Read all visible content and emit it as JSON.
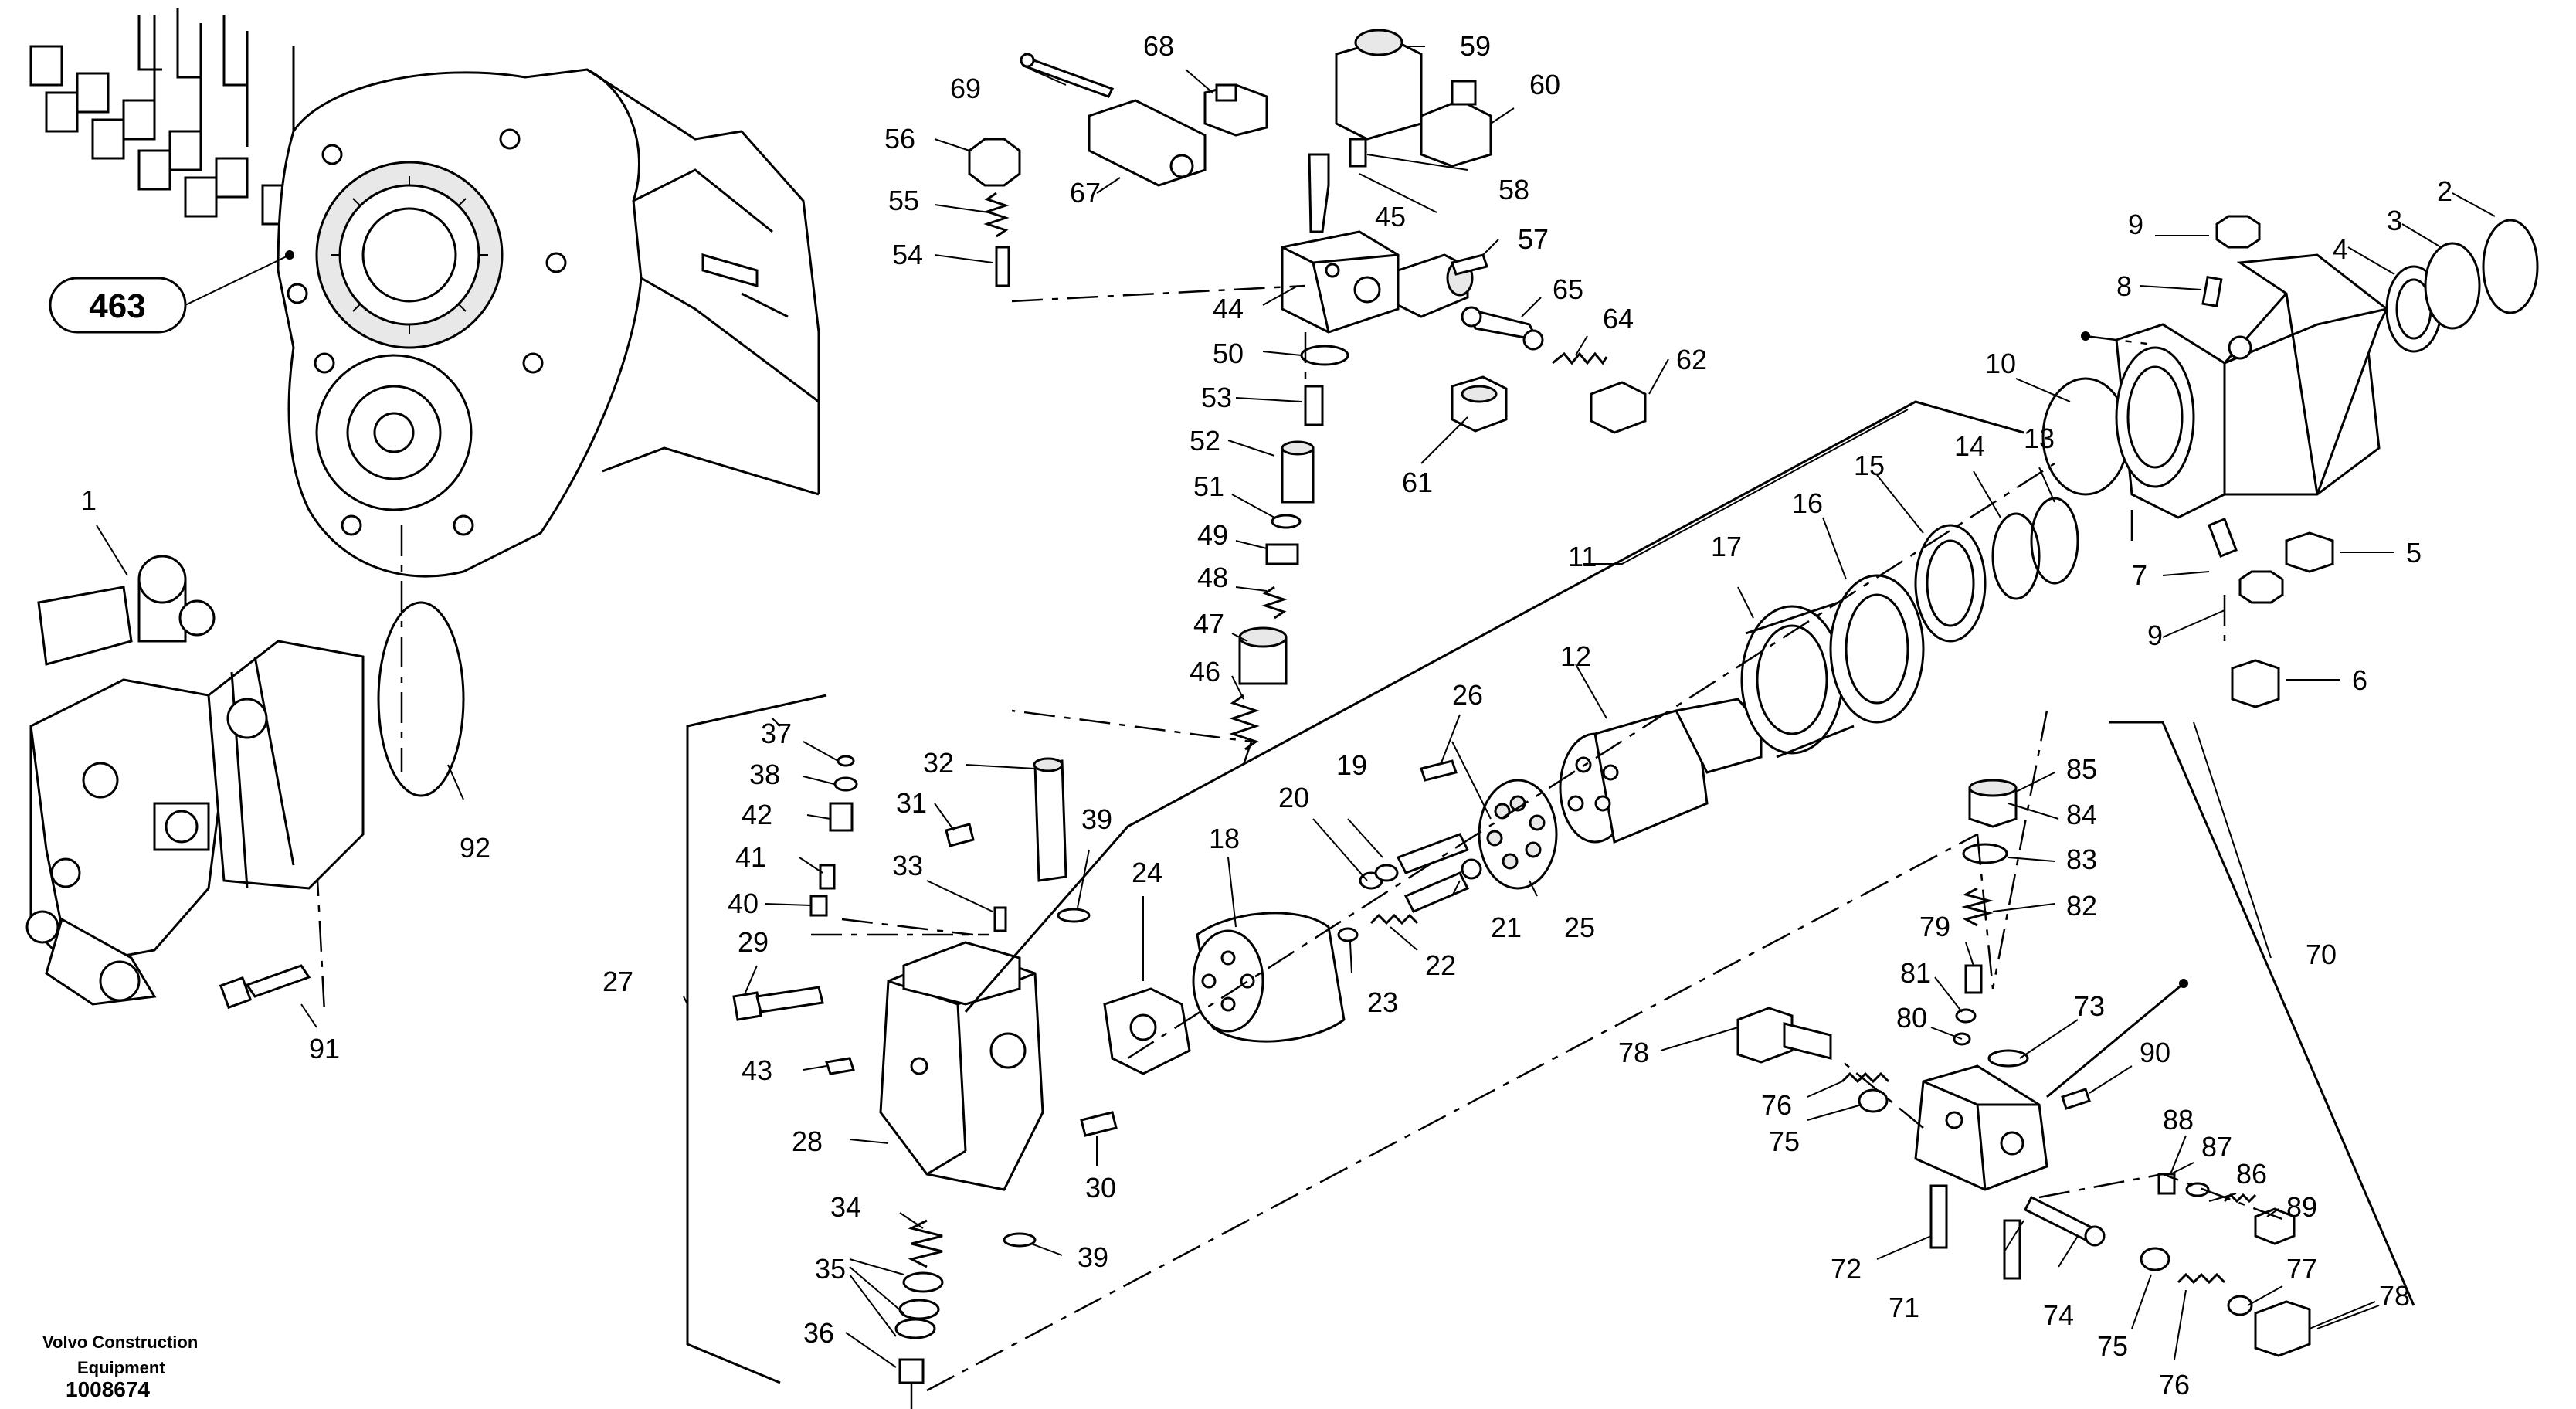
{
  "figure": {
    "ref_badge": "463",
    "company_line1": "Volvo Construction",
    "company_line2": "Equipment",
    "drawing_number": "1008674"
  },
  "callouts": [
    {
      "id": "c1",
      "label": "1"
    },
    {
      "id": "c2",
      "label": "2"
    },
    {
      "id": "c3",
      "label": "3"
    },
    {
      "id": "c4",
      "label": "4"
    },
    {
      "id": "c5",
      "label": "5"
    },
    {
      "id": "c6",
      "label": "6"
    },
    {
      "id": "c7",
      "label": "7"
    },
    {
      "id": "c8",
      "label": "8"
    },
    {
      "id": "c9a",
      "label": "9"
    },
    {
      "id": "c9b",
      "label": "9"
    },
    {
      "id": "c10",
      "label": "10"
    },
    {
      "id": "c11",
      "label": "11"
    },
    {
      "id": "c12",
      "label": "12"
    },
    {
      "id": "c13",
      "label": "13"
    },
    {
      "id": "c14",
      "label": "14"
    },
    {
      "id": "c15",
      "label": "15"
    },
    {
      "id": "c16",
      "label": "16"
    },
    {
      "id": "c17",
      "label": "17"
    },
    {
      "id": "c18",
      "label": "18"
    },
    {
      "id": "c19",
      "label": "19"
    },
    {
      "id": "c20",
      "label": "20"
    },
    {
      "id": "c21",
      "label": "21"
    },
    {
      "id": "c22",
      "label": "22"
    },
    {
      "id": "c23",
      "label": "23"
    },
    {
      "id": "c24",
      "label": "24"
    },
    {
      "id": "c25",
      "label": "25"
    },
    {
      "id": "c26",
      "label": "26"
    },
    {
      "id": "c27",
      "label": "27"
    },
    {
      "id": "c28",
      "label": "28"
    },
    {
      "id": "c29",
      "label": "29"
    },
    {
      "id": "c30",
      "label": "30"
    },
    {
      "id": "c31",
      "label": "31"
    },
    {
      "id": "c32",
      "label": "32"
    },
    {
      "id": "c33",
      "label": "33"
    },
    {
      "id": "c34",
      "label": "34"
    },
    {
      "id": "c35",
      "label": "35"
    },
    {
      "id": "c36",
      "label": "36"
    },
    {
      "id": "c37",
      "label": "37"
    },
    {
      "id": "c38",
      "label": "38"
    },
    {
      "id": "c39a",
      "label": "39"
    },
    {
      "id": "c39b",
      "label": "39"
    },
    {
      "id": "c40",
      "label": "40"
    },
    {
      "id": "c41",
      "label": "41"
    },
    {
      "id": "c42",
      "label": "42"
    },
    {
      "id": "c43",
      "label": "43"
    },
    {
      "id": "c44",
      "label": "44"
    },
    {
      "id": "c45",
      "label": "45"
    },
    {
      "id": "c46",
      "label": "46"
    },
    {
      "id": "c47",
      "label": "47"
    },
    {
      "id": "c48",
      "label": "48"
    },
    {
      "id": "c49",
      "label": "49"
    },
    {
      "id": "c50",
      "label": "50"
    },
    {
      "id": "c51",
      "label": "51"
    },
    {
      "id": "c52",
      "label": "52"
    },
    {
      "id": "c53",
      "label": "53"
    },
    {
      "id": "c54",
      "label": "54"
    },
    {
      "id": "c55",
      "label": "55"
    },
    {
      "id": "c56",
      "label": "56"
    },
    {
      "id": "c57",
      "label": "57"
    },
    {
      "id": "c58",
      "label": "58"
    },
    {
      "id": "c59",
      "label": "59"
    },
    {
      "id": "c60",
      "label": "60"
    },
    {
      "id": "c61",
      "label": "61"
    },
    {
      "id": "c62",
      "label": "62"
    },
    {
      "id": "c64",
      "label": "64"
    },
    {
      "id": "c65",
      "label": "65"
    },
    {
      "id": "c67",
      "label": "67"
    },
    {
      "id": "c68",
      "label": "68"
    },
    {
      "id": "c69",
      "label": "69"
    },
    {
      "id": "c70",
      "label": "70"
    },
    {
      "id": "c71",
      "label": "71"
    },
    {
      "id": "c72",
      "label": "72"
    },
    {
      "id": "c73",
      "label": "73"
    },
    {
      "id": "c74",
      "label": "74"
    },
    {
      "id": "c75a",
      "label": "75"
    },
    {
      "id": "c75b",
      "label": "75"
    },
    {
      "id": "c76a",
      "label": "76"
    },
    {
      "id": "c76b",
      "label": "76"
    },
    {
      "id": "c77",
      "label": "77"
    },
    {
      "id": "c78a",
      "label": "78"
    },
    {
      "id": "c78b",
      "label": "78"
    },
    {
      "id": "c79",
      "label": "79"
    },
    {
      "id": "c80",
      "label": "80"
    },
    {
      "id": "c81",
      "label": "81"
    },
    {
      "id": "c82",
      "label": "82"
    },
    {
      "id": "c83",
      "label": "83"
    },
    {
      "id": "c84",
      "label": "84"
    },
    {
      "id": "c85",
      "label": "85"
    },
    {
      "id": "c86",
      "label": "86"
    },
    {
      "id": "c87",
      "label": "87"
    },
    {
      "id": "c88",
      "label": "88"
    },
    {
      "id": "c89",
      "label": "89"
    },
    {
      "id": "c90",
      "label": "90"
    },
    {
      "id": "c91",
      "label": "91"
    },
    {
      "id": "c92",
      "label": "92"
    }
  ]
}
